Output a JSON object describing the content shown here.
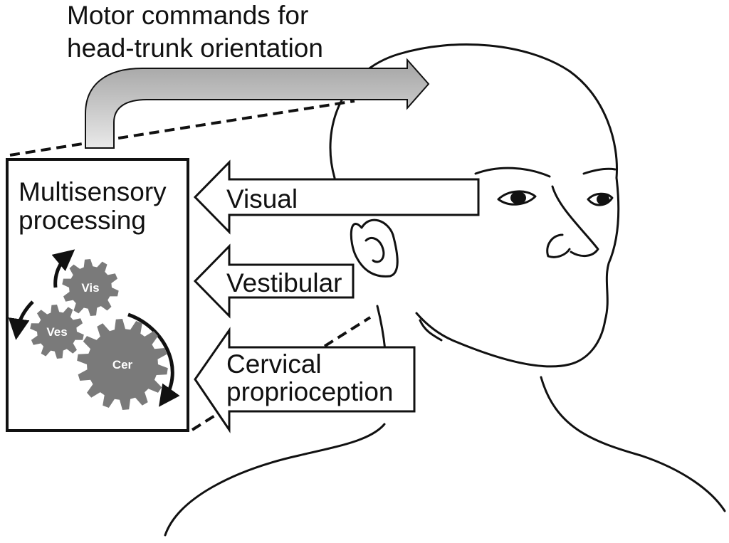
{
  "title_lines": [
    "Motor commands for",
    "head-trunk orientation"
  ],
  "box_title_lines": [
    "Multisensory",
    "processing"
  ],
  "inputs": {
    "visual": "Visual",
    "vestibular": "Vestibular",
    "cervical_lines": [
      "Cervical",
      "proprioception"
    ]
  },
  "gears": {
    "vis": "Vis",
    "ves": "Ves",
    "cer": "Cer"
  },
  "colors": {
    "gear": "#7a7a7a",
    "motor_arrow_light": "#f2f2f2",
    "motor_arrow_dark": "#9a9a9a",
    "ink": "#111111"
  }
}
